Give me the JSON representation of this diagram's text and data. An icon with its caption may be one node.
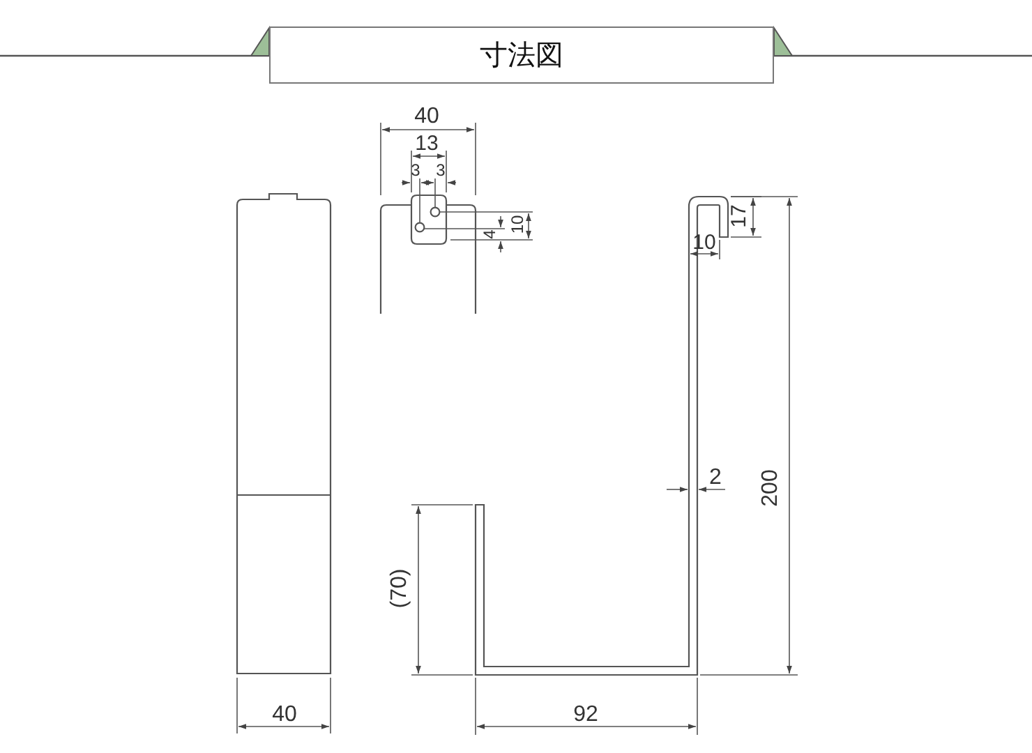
{
  "diagram": {
    "title": "寸法図",
    "labels": [
      "40",
      "13",
      "3",
      "3",
      "17",
      "10",
      "4",
      "10",
      "2",
      "200",
      "(70)",
      "40",
      "92"
    ]
  }
}
